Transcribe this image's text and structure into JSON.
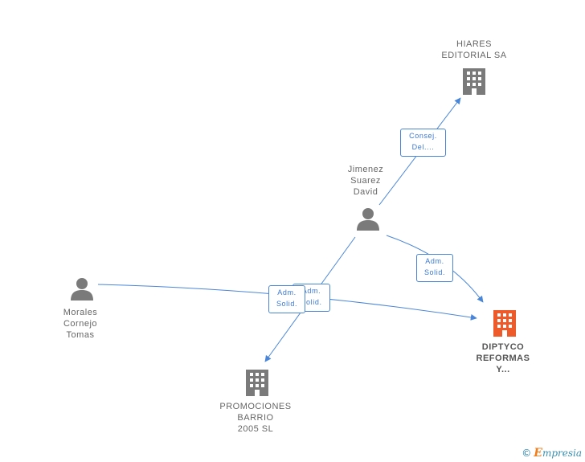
{
  "colors": {
    "edge": "#4a86d8",
    "node_icon": "#7a7a7a",
    "focus_icon": "#ef5a2a",
    "label_text": "#666666"
  },
  "nodes": {
    "hiares": {
      "label": "HIARES\nEDITORIAL SA",
      "icon": "building-icon"
    },
    "jimenez": {
      "label": "Jimenez\nSuarez\nDavid",
      "icon": "person-icon"
    },
    "morales": {
      "label": "Morales\nCornejo\nTomas",
      "icon": "person-icon"
    },
    "diptyco": {
      "label": "DIPTYCO\nREFORMAS\nY...",
      "icon": "building-icon"
    },
    "promociones": {
      "label": "PROMOCIONES\nBARRIO\n2005 SL",
      "icon": "building-icon"
    }
  },
  "edges": {
    "jimenez_hiares": "Consej.\nDel....",
    "jimenez_diptyco": "Adm.\nSolid.",
    "morales_diptyco": "Adm.\nSolid.",
    "jimenez_promociones": "Adm.\nSolid."
  },
  "footer": {
    "copyright": "©",
    "brand_first": "E",
    "brand_rest": "mpresia"
  }
}
